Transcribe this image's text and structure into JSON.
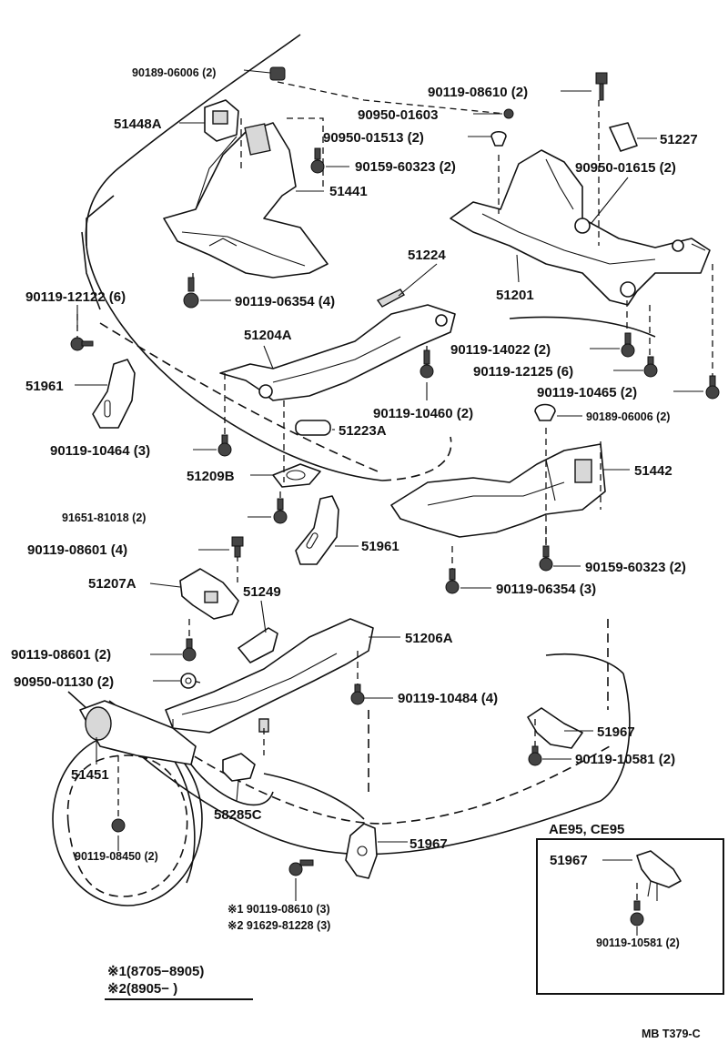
{
  "labels": {
    "p90189_top": "90189-06006 (2)",
    "p51448A": "51448A",
    "p90950_01603": "90950-01603",
    "p90950_01513": "90950-01513 (2)",
    "p90159_60323_top": "90159-60323 (2)",
    "p51441": "51441",
    "p90119_08610_top": "90119-08610 (2)",
    "p51227": "51227",
    "p90950_01615": "90950-01615 (2)",
    "p51224": "51224",
    "p51201": "51201",
    "p90119_12122": "90119-12122 (6)",
    "p90119_06354_4": "90119-06354 (4)",
    "p51204A": "51204A",
    "p90119_14022": "90119-14022 (2)",
    "p90119_12125": "90119-12125 (6)",
    "p51961_left": "51961",
    "p90119_10460": "90119-10460 (2)",
    "p90119_10465": "90119-10465 (2)",
    "p90189_mid": "90189-06006 (2)",
    "p51223A": "51223A",
    "p90119_10464": "90119-10464 (3)",
    "p51442": "51442",
    "p51209B": "51209B",
    "p91651": "91651-81018 (2)",
    "p51961_mid": "51961",
    "p90119_08601_4": "90119-08601 (4)",
    "p90159_60323_mid": "90159-60323 (2)",
    "p51207A": "51207A",
    "p51249": "51249",
    "p90119_06354_3": "90119-06354 (3)",
    "p51206A": "51206A",
    "p90119_08601_2": "90119-08601 (2)",
    "p90950_01130": "90950-01130 (2)",
    "p90119_10484": "90119-10484 (4)",
    "p51967_right": "51967",
    "p90119_10581_right": "90119-10581 (2)",
    "p51451": "51451",
    "p58285C": "58285C",
    "p90119_08450": "90119-08450 (2)",
    "p51967_bottom": "51967",
    "p_note1": "※1 90119-08610 (3)",
    "p_note2": "※2 91629-81228 (3)"
  },
  "inset": {
    "title": "AE95, CE95",
    "part": "51967",
    "bolt": "90119-10581 (2)"
  },
  "legend": {
    "line1": "※1(8705−8905)",
    "line2": "※2(8905−       )"
  },
  "code": "MB T379-C"
}
